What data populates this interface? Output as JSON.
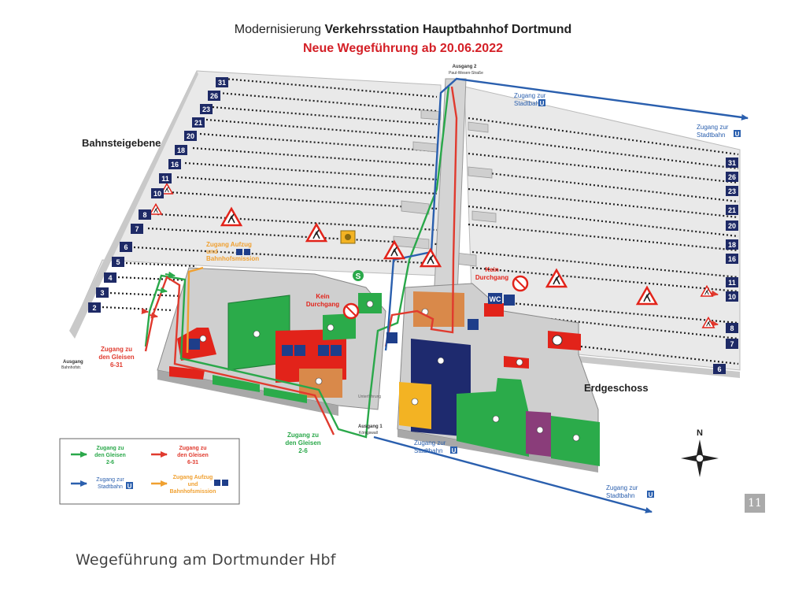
{
  "title": {
    "prefix": "Modernisierung",
    "main": "Verkehrsstation Hauptbahnhof Dortmund",
    "subtitle": "Neue Wegeführung ab 20.06.2022"
  },
  "levels": {
    "platform": "Bahnsteigebene",
    "ground": "Erdgeschoss"
  },
  "platforms_left": [
    "31",
    "26",
    "23",
    "21",
    "20",
    "18",
    "16",
    "11",
    "10",
    "8",
    "7",
    "6",
    "5",
    "4",
    "3",
    "2"
  ],
  "platforms_right": [
    "31",
    "26",
    "23",
    "21",
    "20",
    "18",
    "16",
    "11",
    "10",
    "8",
    "7",
    "6"
  ],
  "exits": {
    "exit2_title": "Ausgang 2",
    "exit2_street": "Paul-Wesen-Straße",
    "exit_left_title": "Ausgang",
    "exit_left_street": "Bahnhofstr.",
    "exit1_title": "Ausgang 1",
    "exit1_street": "Königswall"
  },
  "labels": {
    "stadtbahn_line1": "Zugang zur",
    "stadtbahn_line2": "Stadtbahn",
    "u_symbol": "U",
    "gleise_631_l1": "Zugang zu",
    "gleise_631_l2": "den Gleisen",
    "gleise_631_l3": "6-31",
    "gleise_26_l1": "Zugang zu",
    "gleise_26_l2": "den Gleisen",
    "gleise_26_l3": "2-6",
    "aufzug_l1": "Zugang Aufzug",
    "aufzug_l2": "und",
    "aufzug_l3": "Bahnhofsmission",
    "kein_l1": "Kein",
    "kein_l2": "Durchgang",
    "wc": "WC",
    "s_symbol": "S",
    "passage": "Unterführung"
  },
  "legend": {
    "green_l1": "Zugang zu",
    "green_l2": "den Gleisen",
    "green_l3": "2-6",
    "red_l1": "Zugang zu",
    "red_l2": "den Gleisen",
    "red_l3": "6-31",
    "blue_l1": "Zugang zur",
    "blue_l2": "Stadtbahn",
    "orange_l1": "Zugang Aufzug",
    "orange_l2": "und",
    "orange_l3": "Bahnhofsmission"
  },
  "compass": "N",
  "page_number": "11",
  "caption": "Wegeführung am Dortmunder Hbf",
  "colors": {
    "green_route": "#2aa84a",
    "red_route": "#e03a2e",
    "blue_route": "#2a5fae",
    "orange_route": "#f0a030",
    "platform_badge": "#1e2a66",
    "title_red": "#d42027",
    "shop_green": "#2bab4a",
    "shop_red": "#e2231a",
    "shop_navy": "#1e2a6e",
    "shop_yellow": "#f3b323",
    "shop_purple": "#8a3d7a",
    "shop_orange": "#d9894a"
  }
}
